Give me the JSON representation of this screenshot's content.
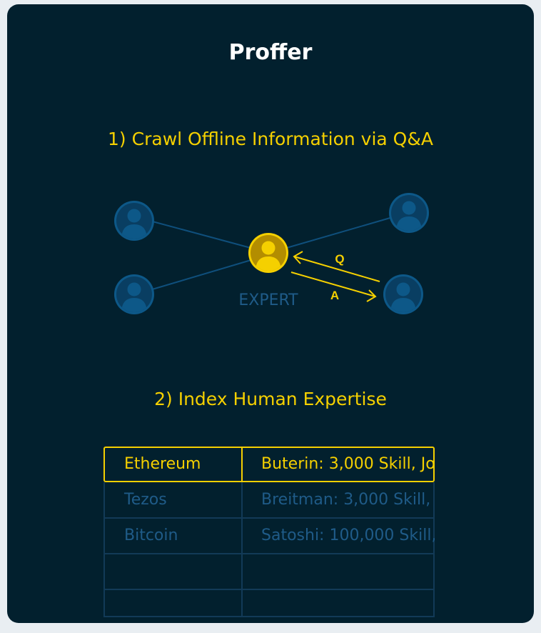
{
  "title": "Proffer",
  "steps": {
    "crawl": "1) Crawl Offline Information via Q&A",
    "index": "2) Index Human Expertise"
  },
  "diagram": {
    "expert_label": "EXPERT",
    "question_label": "Q",
    "answer_label": "A",
    "icons": [
      "user-icon",
      "expert-icon"
    ]
  },
  "table": {
    "rows": [
      {
        "topic": "Ethereum",
        "experts": "Buterin: 3,000 Skill, Jo"
      },
      {
        "topic": "Tezos",
        "experts": "Breitman: 3,000 Skill,"
      },
      {
        "topic": "Bitcoin",
        "experts": "Satoshi: 100,000 Skill,"
      },
      {
        "topic": "",
        "experts": ""
      },
      {
        "topic": "",
        "experts": ""
      }
    ]
  },
  "colors": {
    "background": "#02202e",
    "accent": "#f5d000",
    "muted_blue": "#1f5b88",
    "node_blue": "#0d5888",
    "title": "#ffffff"
  }
}
